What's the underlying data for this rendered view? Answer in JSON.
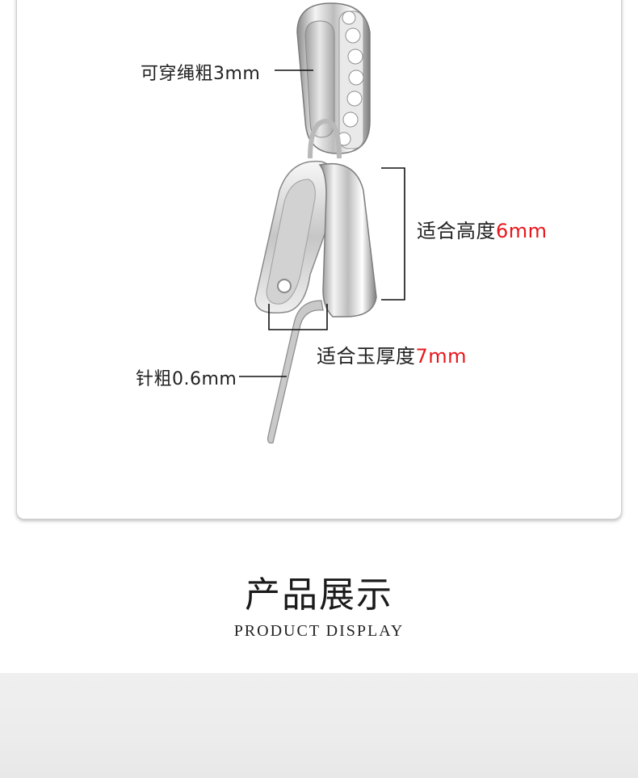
{
  "spec_labels": {
    "cord_thickness": "可穿绳粗3mm",
    "fit_height_text": "适合高度",
    "fit_height_value": "6mm",
    "fit_thickness_text": "适合玉厚度",
    "fit_thickness_value": "7mm",
    "pin_thickness": "针粗0.6mm"
  },
  "section": {
    "title": "产品展示",
    "subtitle": "PRODUCT DISPLAY"
  },
  "colors": {
    "accent_red": "#e8161c",
    "metal_silver": "#d9d9d9"
  }
}
